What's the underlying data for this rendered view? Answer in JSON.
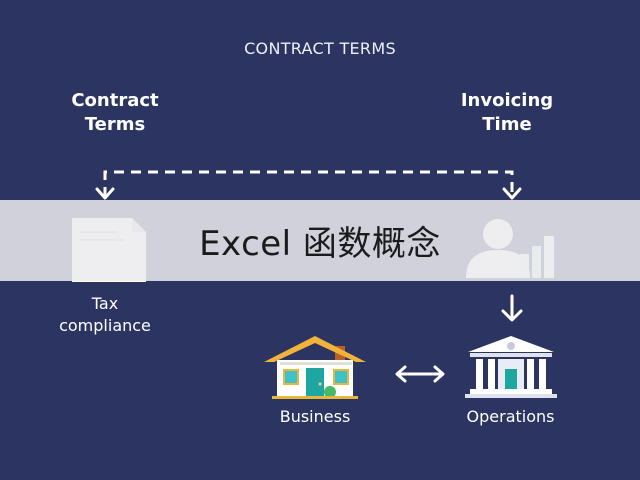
{
  "header": {
    "title": "CONTRACT TERMS"
  },
  "nodes": {
    "contract_terms": {
      "line1": "Contract",
      "line2": "Terms"
    },
    "invoicing_time": {
      "line1": "Invoicing",
      "line2": "Time"
    },
    "tax_compliance": {
      "line1": "Tax",
      "line2": "compliance"
    },
    "business": {
      "label": "Business"
    },
    "operations": {
      "label": "Operations"
    }
  },
  "banner": {
    "text": "Excel 函数概念"
  },
  "colors": {
    "background": "#2c3561",
    "banner": "#ebebee",
    "connector": "#ffffff",
    "roof": "#f2b33a",
    "house_wall": "#ffffff",
    "door": "#1ea7a0"
  },
  "icons": [
    "document-icon",
    "person-chart-icon",
    "house-icon",
    "bank-icon"
  ]
}
